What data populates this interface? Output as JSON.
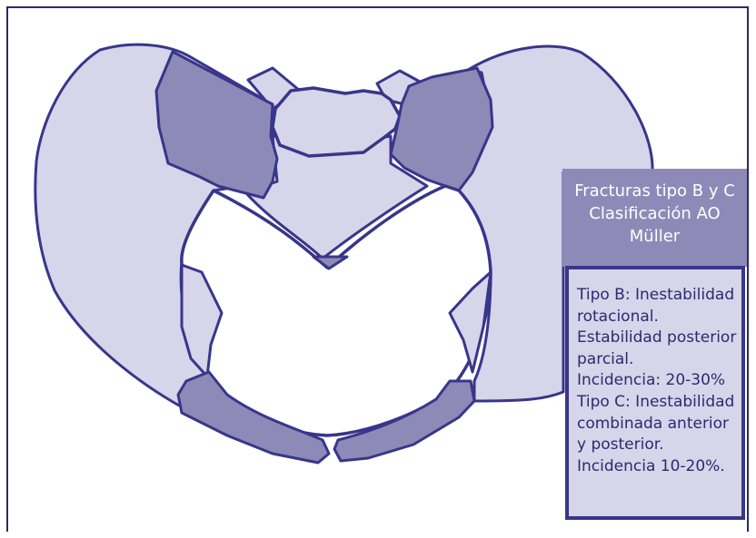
{
  "title_box": {
    "lines": [
      "Fracturas tipo B y C",
      "Clasificación AO",
      "Müller"
    ]
  },
  "info_box": {
    "lines": [
      "Tipo B: Inestabilidad",
      "rotacional.",
      "Estabilidad posterior",
      "parcial.",
      "Incidencia: 20-30%",
      "Tipo C: Inestabilidad",
      "combinada anterior",
      "y posterior.",
      "Incidencia 10-20%."
    ]
  },
  "colors": {
    "light_fill": "#d6d5ea",
    "dark_fill": "#8e8ab8",
    "outline": "#38368a",
    "frame": "#2a2a6e"
  }
}
